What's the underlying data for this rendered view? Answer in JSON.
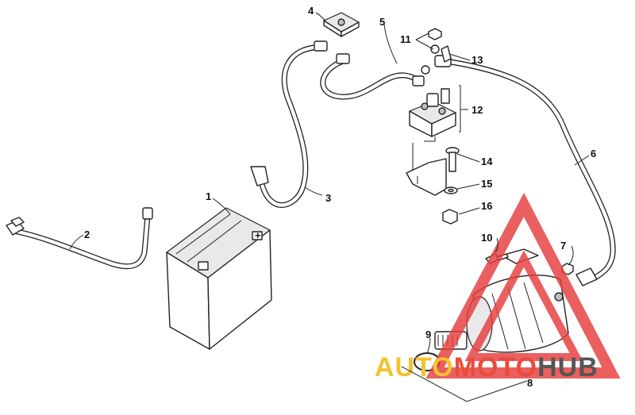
{
  "part_labels": [
    {
      "id": "battery",
      "number": "1"
    },
    {
      "id": "ground-cable",
      "number": "2"
    },
    {
      "id": "battery-positive-cable",
      "number": "3"
    },
    {
      "id": "terminal-cover",
      "number": "4"
    },
    {
      "id": "solenoid-cable",
      "number": "5"
    },
    {
      "id": "starter-cable",
      "number": "6"
    },
    {
      "id": "nut-7",
      "number": "7"
    },
    {
      "id": "starter-motor",
      "number": "8"
    },
    {
      "id": "o-ring",
      "number": "9"
    },
    {
      "id": "cap-screw-10",
      "number": "10"
    },
    {
      "id": "nut-11",
      "number": "11"
    },
    {
      "id": "starter-solenoid",
      "number": "12"
    },
    {
      "id": "boot-13",
      "number": "13"
    },
    {
      "id": "cap-screw-14",
      "number": "14"
    },
    {
      "id": "washer-15",
      "number": "15"
    },
    {
      "id": "lock-nut-16",
      "number": "16"
    }
  ],
  "watermark": {
    "text_part1": "AUTO",
    "text_part2": "MOTO",
    "text_part3": "HUB",
    "colors": {
      "auto": "#f2c230",
      "moto": "#e94b3c",
      "hub": "#555555",
      "triangle": "#e63c3c"
    }
  },
  "colors": {
    "line": "#222222",
    "background": "#ffffff"
  }
}
